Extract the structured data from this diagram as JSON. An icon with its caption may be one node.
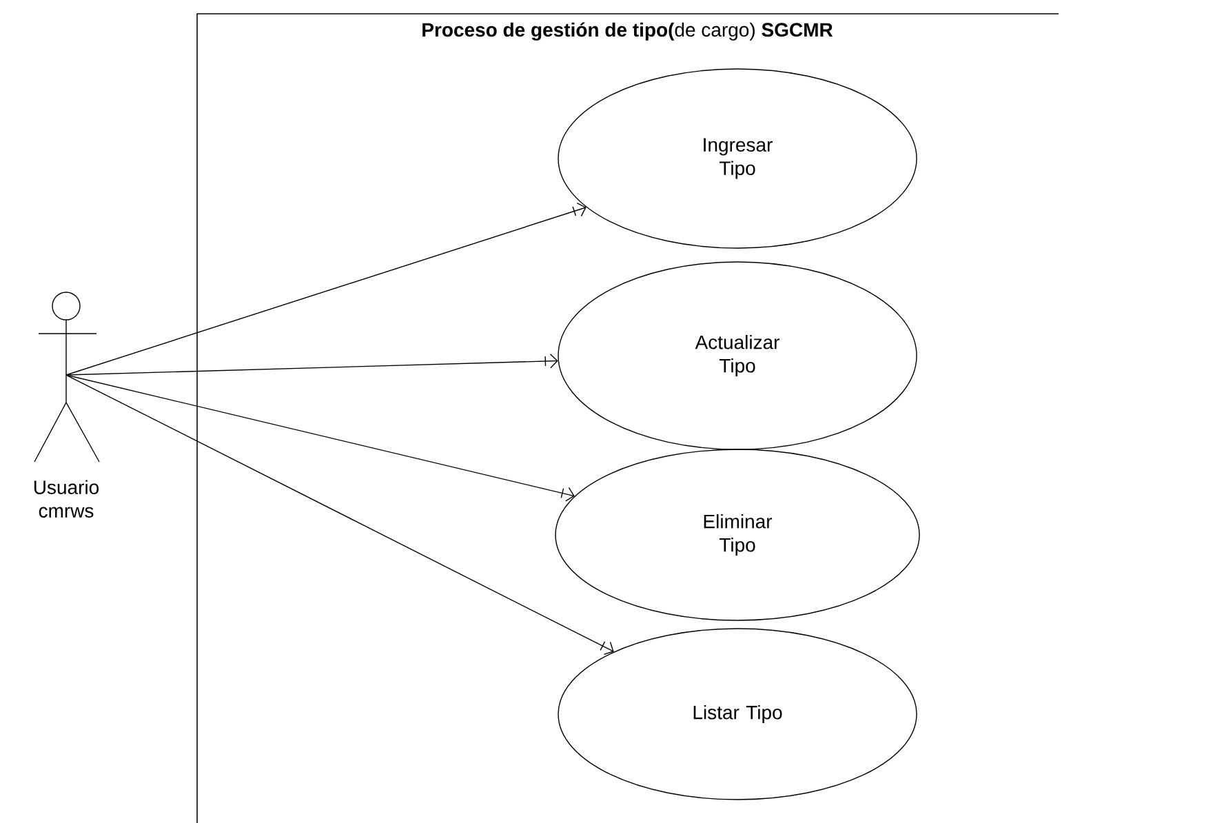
{
  "diagram": {
    "nodes": [
      {
        "text": [
          "**Proceso de gestión de tipo(**de cargo) **SGCMR**"
        ]
      },
      {
        "text": [
          "Usuario cmrws"
        ]
      },
      {
        "text": [
          "Ingresar Tipo"
        ],
        "in": 0
      },
      {
        "text": [
          "Actualizar Tipo"
        ],
        "in": 0
      },
      {
        "text": [
          "Eliminar Tipo"
        ],
        "in": 0
      },
      {
        "text": [
          "Listar Tipo"
        ],
        "in": 0
      }
    ],
    "edges": [
      {
        "from": 1,
        "to": 2,
        "arrow": "to"
      },
      {
        "from": 1,
        "to": 3,
        "arrow": "to"
      },
      {
        "from": 1,
        "to": 4,
        "arrow": "to"
      },
      {
        "from": 1,
        "to": 5,
        "arrow": "to"
      }
    ]
  }
}
